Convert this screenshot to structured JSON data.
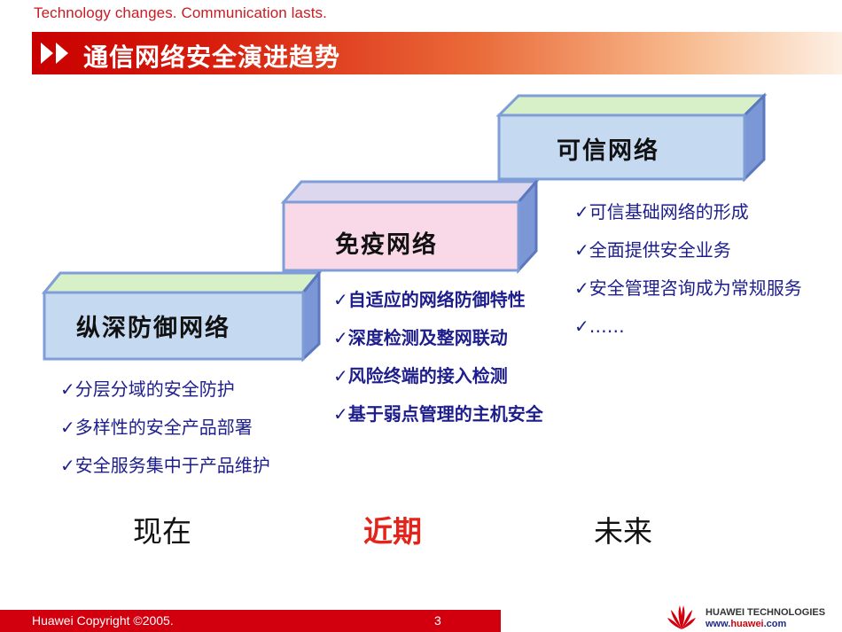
{
  "tagline": "Technology changes. Communication lasts.",
  "title": "通信网络安全演进趋势",
  "steps": {
    "left": "纵深防御网络",
    "middle": "免疫网络",
    "right": "可信网络"
  },
  "bullets": {
    "check": "✓",
    "left": [
      "分层分域的安全防护",
      "多样性的安全产品部署",
      "安全服务集中于产品维护"
    ],
    "middle": [
      "自适应的网络防御特性",
      "深度检测及整网联动",
      "风险终端的接入检测",
      "基于弱点管理的主机安全"
    ],
    "right": [
      "可信基础网络的形成",
      "全面提供安全业务",
      "安全管理咨询成为常规服务",
      "……"
    ]
  },
  "eras": {
    "now": "现在",
    "near": "近期",
    "future": "未来"
  },
  "footer": {
    "copyright": "Huawei Copyright ©2005.",
    "page": "3",
    "brand_name": "HUAWEI TECHNOLOGIES",
    "brand_url_prefix": "www.",
    "brand_url_name": "huawei",
    "brand_url_suffix": ".com"
  },
  "colors": {
    "accent_red": "#d2000f",
    "step_left_front": "#c5d9f1",
    "step_middle_front": "#f9d9e7",
    "step_right_front": "#c5d9f1",
    "step_top": "#d8f0c8",
    "step_side": "#6f8fcf",
    "bullet_text": "#1d1d8c"
  }
}
